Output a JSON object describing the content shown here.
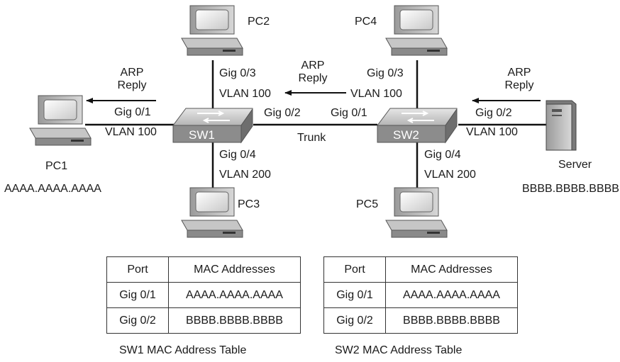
{
  "devices": {
    "pc1": {
      "name": "PC1",
      "mac": "AAAA.AAAA.AAAA"
    },
    "pc2": {
      "name": "PC2"
    },
    "pc3": {
      "name": "PC3"
    },
    "pc4": {
      "name": "PC4"
    },
    "pc5": {
      "name": "PC5"
    },
    "server": {
      "name": "Server",
      "mac": "BBBB.BBBB.BBBB"
    },
    "sw1": {
      "name": "SW1"
    },
    "sw2": {
      "name": "SW2"
    }
  },
  "links": {
    "sw1_pc1_port": "Gig 0/1",
    "sw1_pc1_vlan": "VLAN 100",
    "sw1_pc2_port": "Gig 0/3",
    "sw1_pc2_vlan": "VLAN 100",
    "sw1_pc3_port": "Gig 0/4",
    "sw1_pc3_vlan": "VLAN 200",
    "sw1_trunk_port": "Gig 0/2",
    "sw2_trunk_port": "Gig 0/1",
    "trunk_label": "Trunk",
    "sw2_pc4_port": "Gig 0/3",
    "sw2_pc4_vlan": "VLAN 100",
    "sw2_pc5_port": "Gig 0/4",
    "sw2_pc5_vlan": "VLAN 200",
    "sw2_server_port": "Gig 0/2",
    "sw2_server_vlan": "VLAN 100"
  },
  "arp": {
    "line1": "ARP",
    "line2": "Reply"
  },
  "tables": {
    "sw1": {
      "caption": "SW1 MAC Address Table",
      "headers": [
        "Port",
        "MAC Addresses"
      ],
      "rows": [
        [
          "Gig 0/1",
          "AAAA.AAAA.AAAA"
        ],
        [
          "Gig 0/2",
          "BBBB.BBBB.BBBB"
        ]
      ]
    },
    "sw2": {
      "caption": "SW2 MAC Address Table",
      "headers": [
        "Port",
        "MAC Addresses"
      ],
      "rows": [
        [
          "Gig 0/1",
          "AAAA.AAAA.AAAA"
        ],
        [
          "Gig 0/2",
          "BBBB.BBBB.BBBB"
        ]
      ]
    }
  }
}
